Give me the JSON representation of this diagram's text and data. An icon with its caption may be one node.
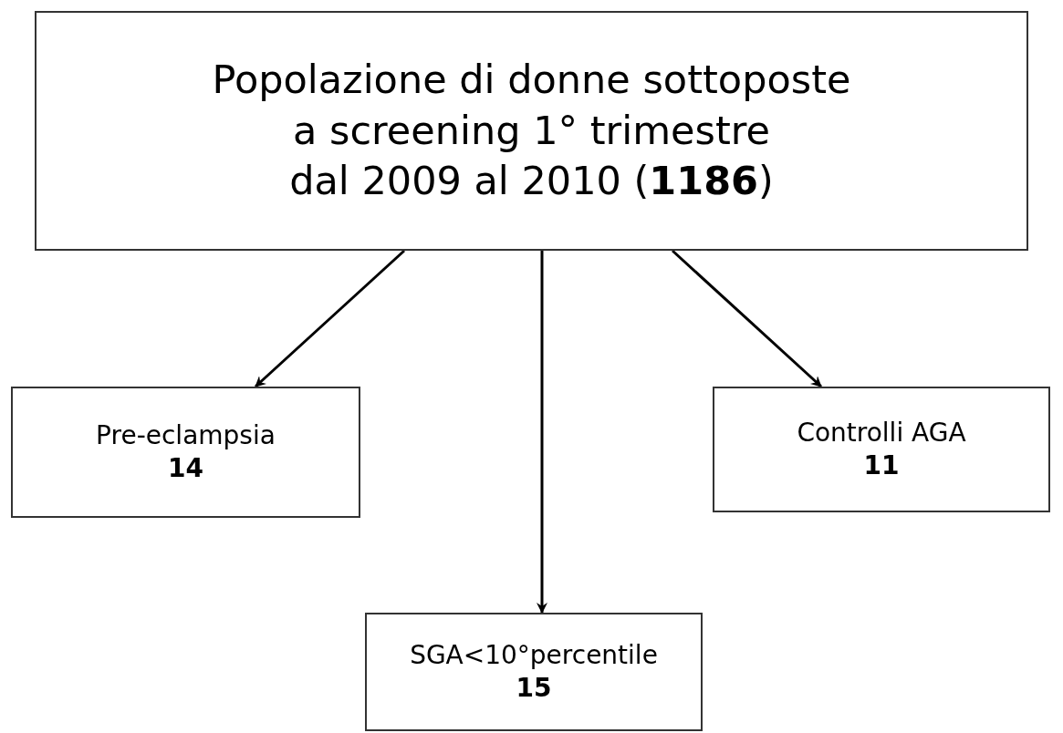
{
  "diagram": {
    "nodes": [
      {
        "text": [
          "Popolazione di donne sottoposte a screening 1° trimestre dal 2009 al 2010 (**1186**)"
        ]
      },
      {
        "text": [
          "Pre-eclampsia",
          "14"
        ]
      },
      {
        "text": [
          "SGA<10°percentile",
          "15"
        ]
      },
      {
        "text": [
          "Controlli AGA",
          "11"
        ]
      }
    ],
    "edges": [
      {
        "from": 0,
        "to": 1,
        "arrow": "to"
      },
      {
        "from": 0,
        "to": 2,
        "arrow": "to"
      },
      {
        "from": 0,
        "to": 3,
        "arrow": "to"
      }
    ]
  }
}
